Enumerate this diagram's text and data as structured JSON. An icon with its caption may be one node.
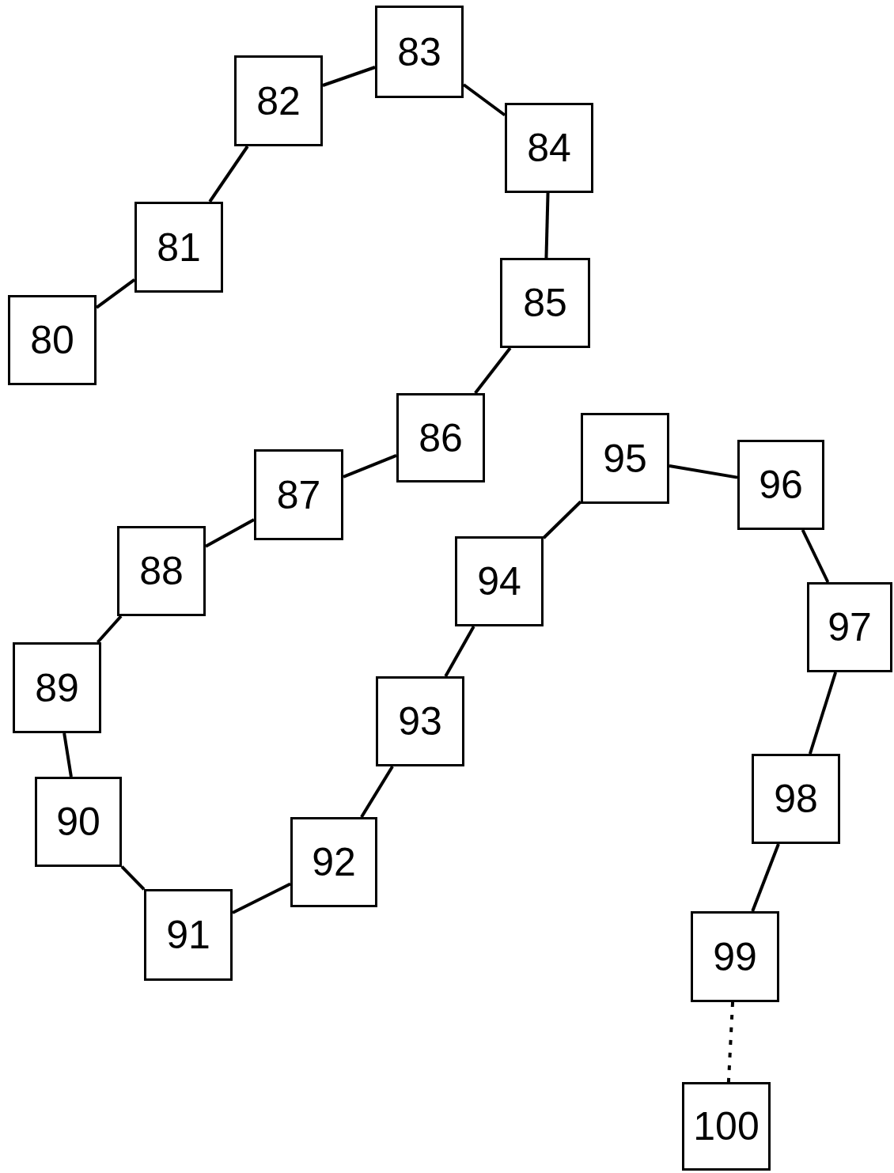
{
  "diagram": {
    "nodes": [
      {
        "text": [
          "80"
        ]
      },
      {
        "text": [
          "81"
        ]
      },
      {
        "text": [
          "82"
        ]
      },
      {
        "text": [
          "83"
        ]
      },
      {
        "text": [
          "84"
        ]
      },
      {
        "text": [
          "85"
        ]
      },
      {
        "text": [
          "86"
        ]
      },
      {
        "text": [
          "87"
        ]
      },
      {
        "text": [
          "88"
        ]
      },
      {
        "text": [
          "89"
        ]
      },
      {
        "text": [
          "90"
        ]
      },
      {
        "text": [
          "91"
        ]
      },
      {
        "text": [
          "92"
        ]
      },
      {
        "text": [
          "93"
        ]
      },
      {
        "text": [
          "94"
        ]
      },
      {
        "text": [
          "95"
        ]
      },
      {
        "text": [
          "96"
        ]
      },
      {
        "text": [
          "97"
        ]
      },
      {
        "text": [
          "98"
        ]
      },
      {
        "text": [
          "99"
        ]
      },
      {
        "text": [
          "100"
        ]
      }
    ],
    "edges": [
      {
        "from": 0,
        "to": 1,
        "arrow": "none"
      },
      {
        "from": 1,
        "to": 2,
        "arrow": "none"
      },
      {
        "from": 2,
        "to": 3,
        "arrow": "none"
      },
      {
        "from": 3,
        "to": 4,
        "arrow": "none"
      },
      {
        "from": 4,
        "to": 5,
        "arrow": "none"
      },
      {
        "from": 5,
        "to": 6,
        "arrow": "none"
      },
      {
        "from": 6,
        "to": 7,
        "arrow": "none"
      },
      {
        "from": 7,
        "to": 8,
        "arrow": "none"
      },
      {
        "from": 8,
        "to": 9,
        "arrow": "none"
      },
      {
        "from": 9,
        "to": 10,
        "arrow": "none"
      },
      {
        "from": 10,
        "to": 11,
        "arrow": "none"
      },
      {
        "from": 11,
        "to": 12,
        "arrow": "none"
      },
      {
        "from": 12,
        "to": 13,
        "arrow": "none"
      },
      {
        "from": 13,
        "to": 14,
        "arrow": "none"
      },
      {
        "from": 14,
        "to": 15,
        "arrow": "none"
      },
      {
        "from": 15,
        "to": 16,
        "arrow": "none"
      },
      {
        "from": 16,
        "to": 17,
        "arrow": "none"
      },
      {
        "from": 17,
        "to": 18,
        "arrow": "none"
      },
      {
        "from": 18,
        "to": 19,
        "arrow": "none"
      },
      {
        "from": 19,
        "to": 20,
        "arrow": "none",
        "style": "dashed"
      }
    ]
  }
}
